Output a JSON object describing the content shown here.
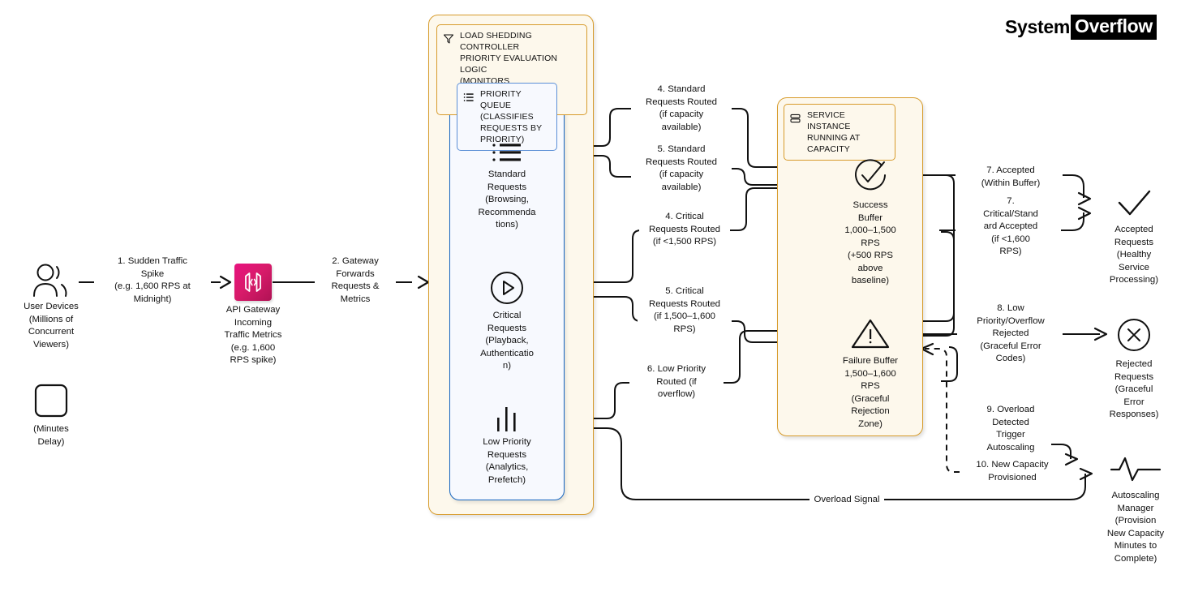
{
  "logo": {
    "part1": "System",
    "part2": "Overflow"
  },
  "containers": {
    "controller": {
      "chip_label": "LOAD SHEDDING CONTROLLER\nPRIORITY EVALUATION LOGIC\n(MONITORS SUCCESS/FAILURE\nBUFFERS)",
      "chip_icon": "funnel-icon"
    },
    "priority_queue": {
      "chip_label": "PRIORITY QUEUE\n(CLASSIFIES\nREQUESTS BY\nPRIORITY)",
      "chip_icon": "list-ordered-icon"
    },
    "service_instance": {
      "chip_label": "SERVICE INSTANCE\nRUNNING AT CAPACITY",
      "chip_icon": "server-icon"
    }
  },
  "nodes": {
    "user_devices": {
      "icon": "users-icon",
      "caption": "User Devices\n(Millions of\nConcurrent\nViewers)"
    },
    "minutes_delay": {
      "icon": "square-icon",
      "caption": "(Minutes\nDelay)"
    },
    "api_gateway": {
      "icon": "api-code-icon",
      "caption": "API Gateway\nIncoming\nTraffic Metrics\n(e.g. 1,600\nRPS spike)"
    },
    "standard_requests": {
      "icon": "list-lines-icon",
      "caption": "Standard\nRequests\n(Browsing,\nRecommenda\ntions)"
    },
    "critical_requests": {
      "icon": "play-circle-icon",
      "caption": "Critical\nRequests\n(Playback,\nAuthenticatio\nn)"
    },
    "low_priority_requests": {
      "icon": "bar-levels-icon",
      "caption": "Low Priority\nRequests\n(Analytics,\nPrefetch)"
    },
    "success_buffer": {
      "icon": "check-circle-icon",
      "caption": "Success\nBuffer\n1,000–1,500\nRPS\n(+500 RPS\nabove\nbaseline)"
    },
    "failure_buffer": {
      "icon": "warning-triangle-icon",
      "caption": "Failure Buffer\n1,500–1,600\nRPS\n(Graceful\nRejection\nZone)"
    },
    "accepted_requests": {
      "icon": "check-icon",
      "caption": "Accepted\nRequests\n(Healthy\nService\nProcessing)"
    },
    "rejected_requests": {
      "icon": "x-circle-icon",
      "caption": "Rejected\nRequests\n(Graceful\nError\nResponses)"
    },
    "autoscaling_manager": {
      "icon": "activity-pulse-icon",
      "caption": "Autoscaling\nManager\n(Provision\nNew Capacity\nMinutes to\nComplete)"
    }
  },
  "edge_labels": {
    "e1": "1. Sudden Traffic\nSpike\n(e.g. 1,600 RPS at\nMidnight)",
    "e2": "2. Gateway\nForwards\nRequests &\nMetrics",
    "e4_standard": "4. Standard\nRequests Routed\n(if capacity\navailable)",
    "e5_standard": "5. Standard\nRequests Routed\n(if capacity\navailable)",
    "e4_critical": "4. Critical\nRequests Routed\n(if <1,500 RPS)",
    "e5_critical": "5. Critical\nRequests Routed\n(if 1,500–1,600\nRPS)",
    "e6_low": "6. Low Priority\nRouted (if\noverflow)",
    "e7_accepted": "7. Accepted\n(Within Buffer)",
    "e7_critical_standard": "7.\nCritical/Stand\nard Accepted\n(if <1,600\nRPS)",
    "e8_rejected": "8. Low\nPriority/Overflow\nRejected\n(Graceful Error\nCodes)",
    "e9_overload": "9. Overload\nDetected\nTrigger\nAutoscaling",
    "e10_capacity": "10. New Capacity\nProvisioned",
    "overload_signal": "Overload Signal"
  },
  "colors": {
    "container_border": "#D79B2B",
    "container_fill": "#FDF8EC",
    "queue_border": "#1565C0",
    "queue_fill": "#F7F9FE",
    "gateway_accent": "#E8127F",
    "stroke": "#111111"
  }
}
